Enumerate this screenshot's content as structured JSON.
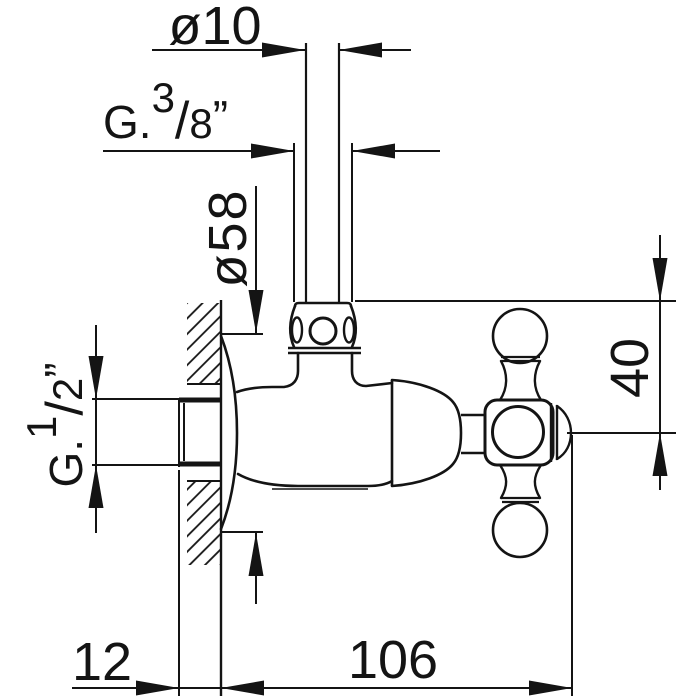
{
  "drawing": {
    "type": "technical-dimension-drawing",
    "subject": "wall-mounted angle valve with cross handle, side elevation",
    "background_color": "#ffffff",
    "line_color": "#141414",
    "labels": {
      "pipe_od": "ø10",
      "flange_od": "ø58",
      "height_offset": "40",
      "wall_depth": "12",
      "overall_length": "106"
    },
    "inlet_thread": {
      "base": "G.",
      "sup": "3",
      "slash": "/",
      "den": "8",
      "quote": "”"
    },
    "wall_thread": {
      "base": "G.",
      "sup": "1",
      "slash": "/",
      "den": "2",
      "quote": "”"
    },
    "all_dimension_labels": [
      "ø10",
      "G.3/8”",
      "ø58",
      "G.1/2”",
      "40",
      "12",
      "106"
    ]
  }
}
